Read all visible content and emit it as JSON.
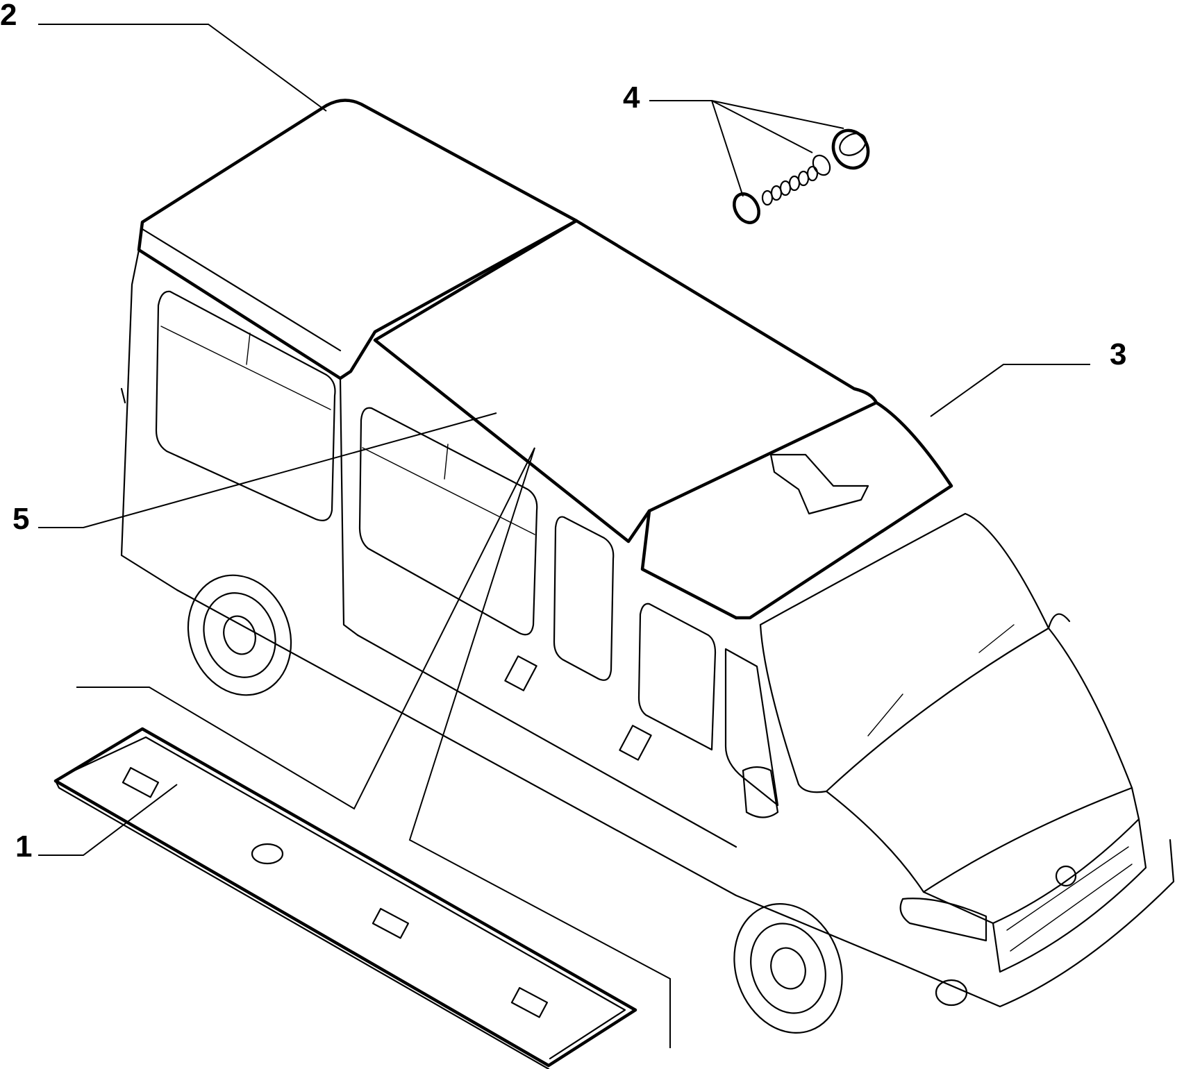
{
  "callouts": [
    {
      "id": "1",
      "label": "1",
      "part": "floor-panel"
    },
    {
      "id": "2",
      "label": "2",
      "part": "rear-roof-panel"
    },
    {
      "id": "3",
      "label": "3",
      "part": "front-roof-panel"
    },
    {
      "id": "4",
      "label": "4",
      "part": "fastener-kit"
    },
    {
      "id": "5",
      "label": "5",
      "part": "roof-join-seal"
    }
  ],
  "colors": {
    "line": "#000000",
    "background": "#ffffff"
  }
}
